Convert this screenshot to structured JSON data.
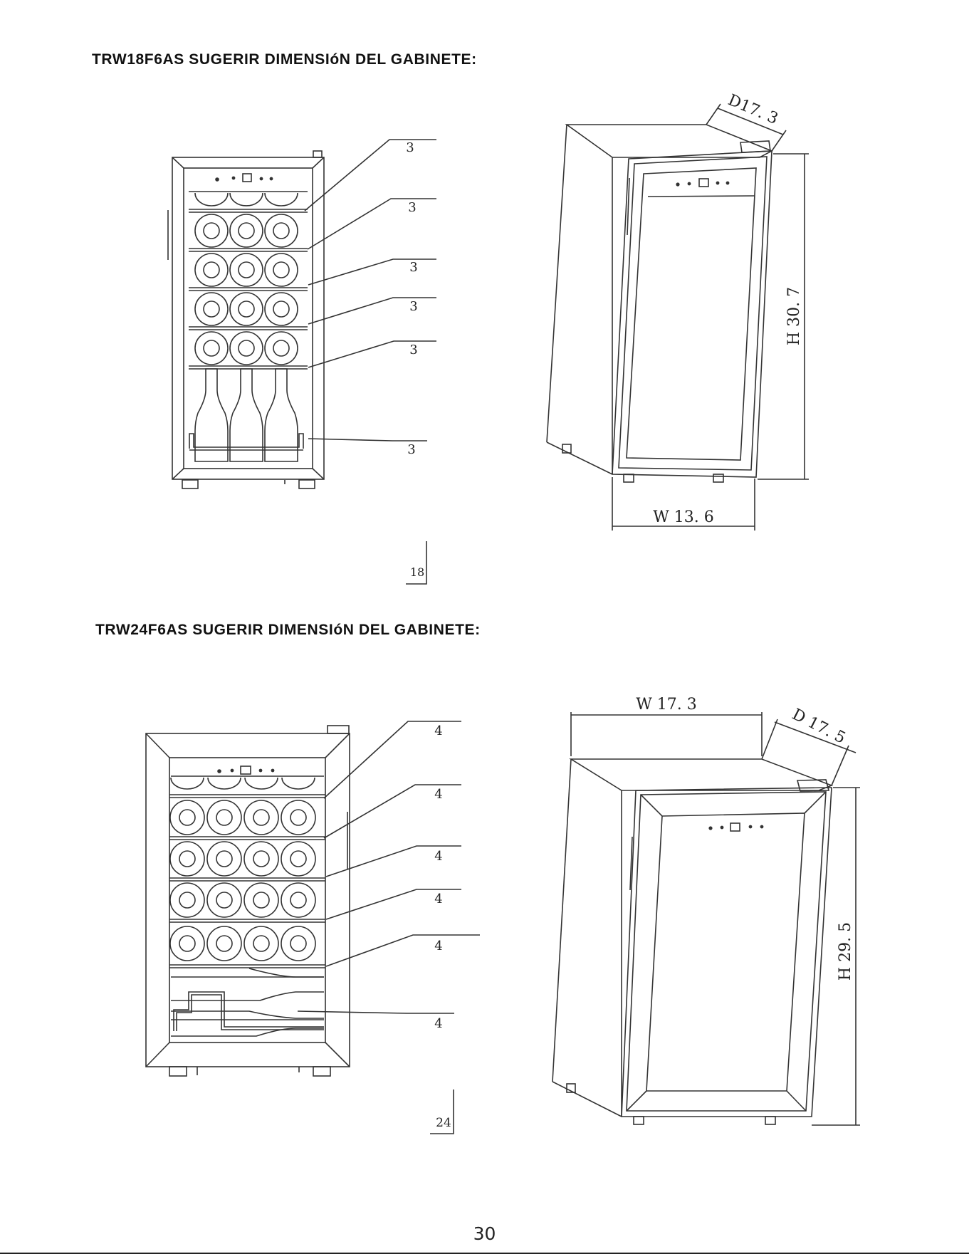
{
  "sections": [
    {
      "heading": "TRW18F6AS  SUGERIR DIMENSIóN DEL GABINETE:",
      "front_view": {
        "shelf_capacities": [
          "3",
          "3",
          "3",
          "3",
          "3",
          "3"
        ],
        "total_capacity": "18"
      },
      "side_view": {
        "depth_label": "D17. 3",
        "height_label": "H 30. 7",
        "width_label": "W 13. 6"
      }
    },
    {
      "heading": "TRW24F6AS SUGERIR DIMENSIóN DEL GABINETE:",
      "front_view": {
        "shelf_capacities": [
          "4",
          "4",
          "4",
          "4",
          "4",
          "4"
        ],
        "total_capacity": "24"
      },
      "side_view": {
        "width_label": "W 17. 3",
        "depth_label": "D 17. 5",
        "height_label": "H 29. 5"
      }
    }
  ],
  "page_number": "30"
}
